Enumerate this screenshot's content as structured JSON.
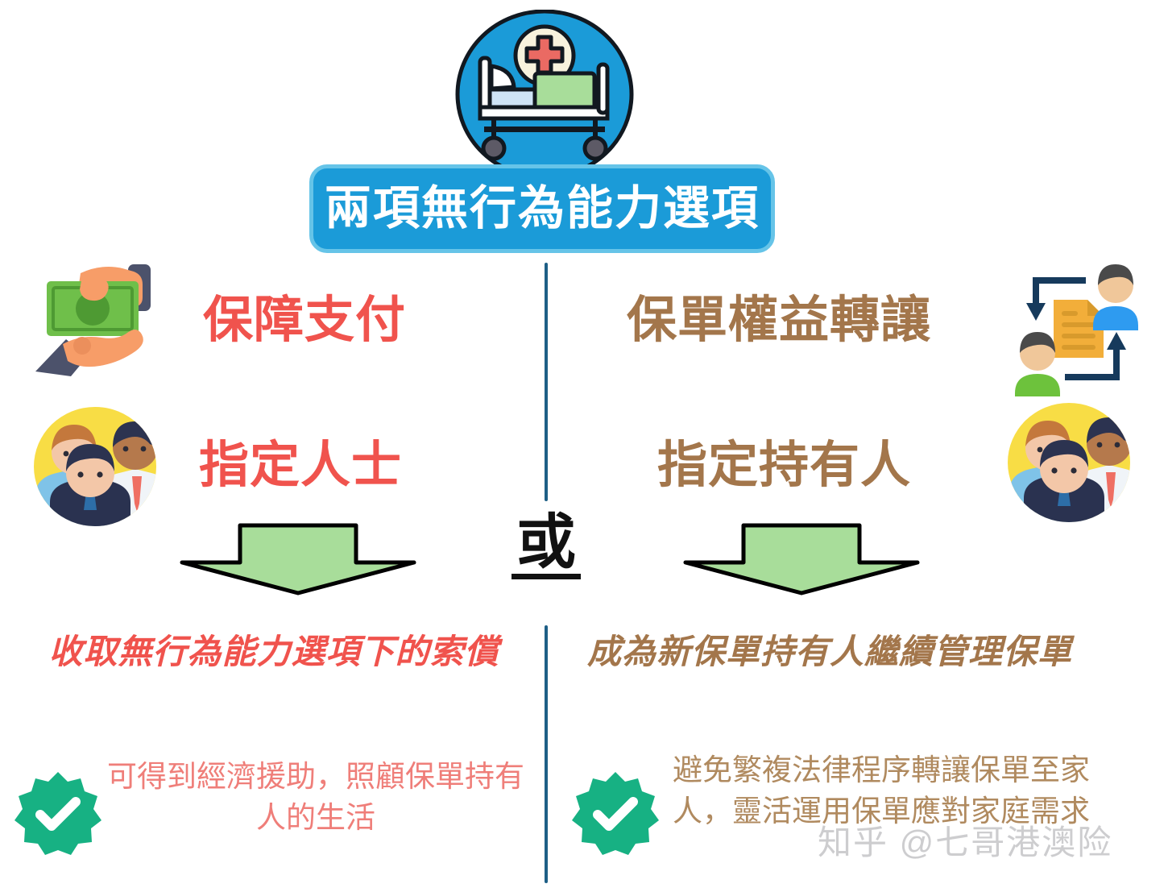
{
  "header": {
    "title": "兩項無行為能力選項",
    "bed_icon": "hospital-bed-icon",
    "cross_icon": "medical-cross-icon",
    "banner_color": "#1b9bd8",
    "banner_border_color": "#66c4e8"
  },
  "divider": {
    "color": "#1e5f86",
    "or_label": "或"
  },
  "columns": {
    "left": {
      "accent_color": "#f0534d",
      "rows": [
        {
          "icon": "cash-in-hand-icon",
          "label": "保障支付"
        },
        {
          "icon": "people-group-icon",
          "label": "指定人士"
        }
      ],
      "arrow": {
        "icon": "arrow-down-icon",
        "fill": "#a8dd9a",
        "stroke": "#000000"
      },
      "conclusion": "收取無行為能力選項下的索償",
      "benefit": {
        "icon": "verified-check-seal-icon",
        "icon_color": "#17b183",
        "text": "可得到經濟援助，照顧保單持有人的生活",
        "text_color": "#ef7e79"
      }
    },
    "right": {
      "accent_color": "#a3764b",
      "rows": [
        {
          "icon": "policy-transfer-icon",
          "label": "保單權益轉讓"
        },
        {
          "icon": "people-group-icon",
          "label": "指定持有人"
        }
      ],
      "arrow": {
        "icon": "arrow-down-icon",
        "fill": "#a8dd9a",
        "stroke": "#000000"
      },
      "conclusion": "成為新保單持有人繼續管理保單",
      "benefit": {
        "icon": "verified-check-seal-icon",
        "icon_color": "#17b183",
        "text": "避免繁複法律程序轉讓保單至家人，靈活運用保單應對家庭需求",
        "text_color": "#b08a5f"
      }
    }
  },
  "watermark": {
    "text": "知乎 @七哥港澳险",
    "color": "#c9c9cc"
  }
}
